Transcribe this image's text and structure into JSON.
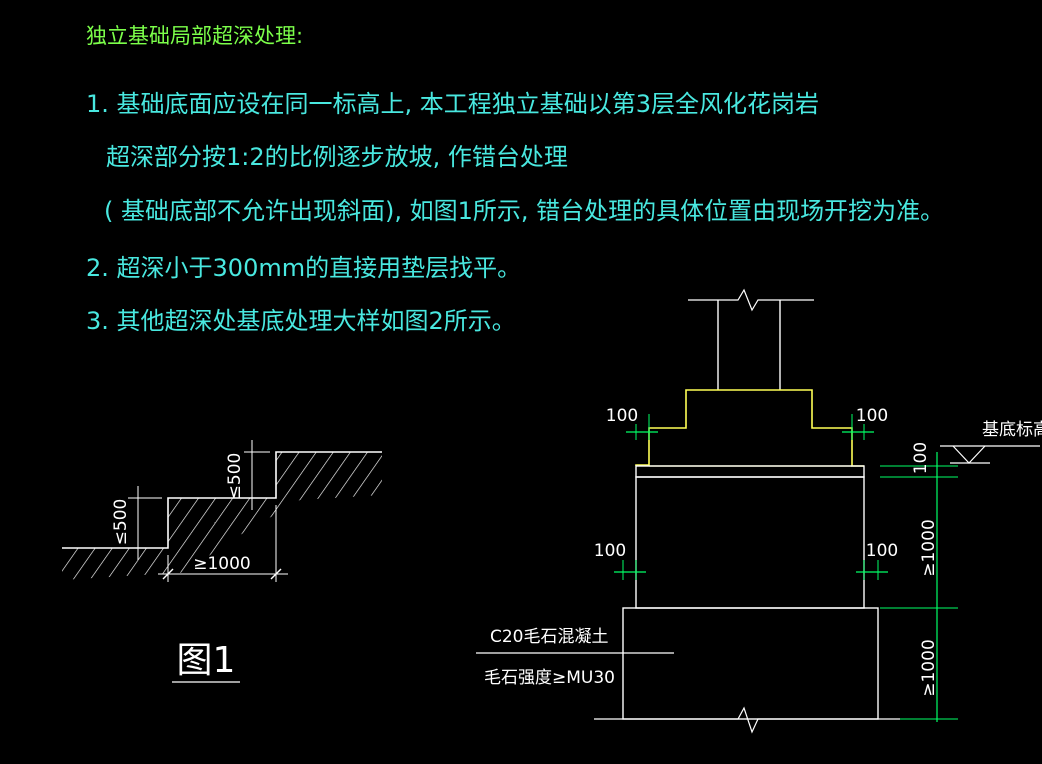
{
  "title": "独立基础局部超深处理:",
  "notes": [
    "1.  基础底面应设在同一标高上, 本工程独立基础以第3层全风化花岗岩",
    "超深部分按1:2的比例逐步放坡, 作错台处理",
    "( 基础底部不允许出现斜面), 如图1所示, 错台处理的具体位置由现场开挖为准。",
    "2.  超深小于300mm的直接用垫层找平。",
    "3.  其他超深处基底处理大样如图2所示。"
  ],
  "figure1": {
    "step_height_upper": "≤500",
    "step_height_lower": "≤500",
    "step_width": "≥1000",
    "caption": "图1"
  },
  "figure2": {
    "dim_top_left": "100",
    "dim_top_right": "100",
    "dim_mid_left": "100",
    "dim_mid_right": "100",
    "dim_right_top": "100",
    "dim_right_mid": "≥1000",
    "dim_right_low": "≥1000",
    "base_elevation_label": "基底标高",
    "material_label": "C20毛石混凝土",
    "strength_label": "毛石强度≥MU30"
  },
  "colors": {
    "title": "#7cff4a",
    "notes": "#49e8e0",
    "lines": "#ffffff",
    "footing": "#ffff55",
    "dims": "#00ff66"
  }
}
